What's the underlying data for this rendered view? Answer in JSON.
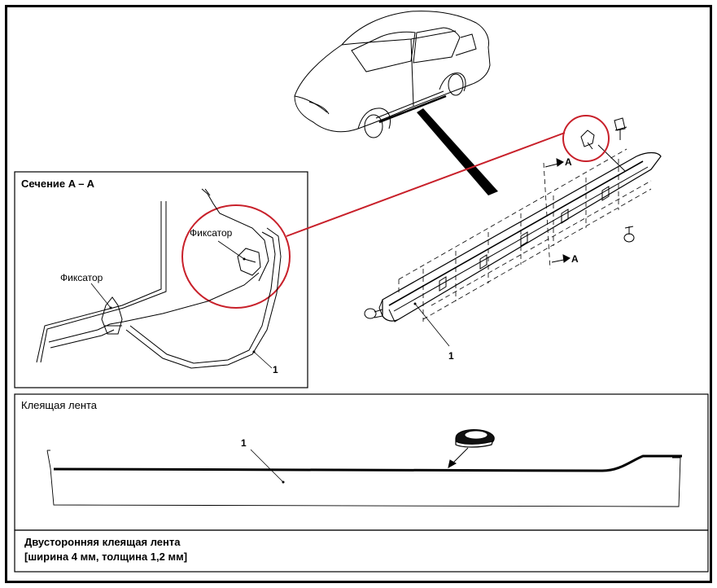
{
  "section": {
    "title": "Сечение A – A",
    "clip_label_right": "Фиксатор",
    "clip_label_left": "Фиксатор",
    "callout_number": "1"
  },
  "main": {
    "arrow_label_top": "A",
    "arrow_label_bottom": "A",
    "callout_number": "1"
  },
  "tape_panel": {
    "title": "Клеящая лента",
    "callout_number": "1"
  },
  "note": {
    "line1": "Двусторонняя клеящая лента",
    "line2": "[ширина 4 мм, толщина 1,2 мм]"
  },
  "colors": {
    "highlight": "#c8202a",
    "line": "#000000"
  }
}
